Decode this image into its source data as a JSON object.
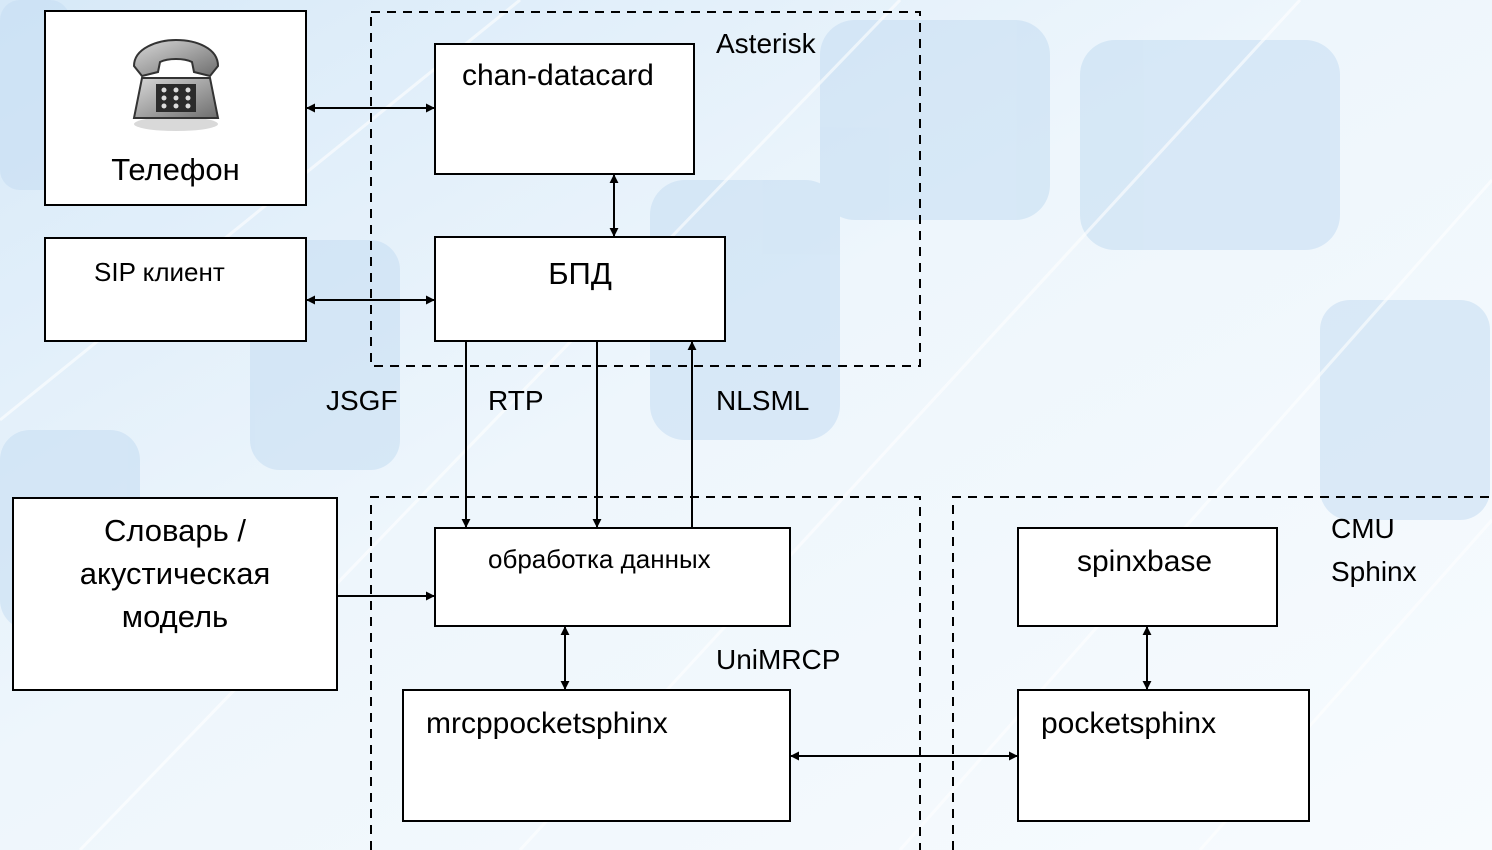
{
  "colors": {
    "background_light": "#f4f9fd",
    "background_blue": "#cfe4f6",
    "stroke": "#000000",
    "box_fill": "#ffffff"
  },
  "nodes": {
    "phone": {
      "label": "Телефон",
      "icon": "telephone-icon"
    },
    "sip_client": {
      "label": "SIP клиент"
    },
    "chan_datacard": {
      "label": "chan-datacard"
    },
    "bpd": {
      "label": "БПД"
    },
    "dictionary": {
      "line1": "Словарь /",
      "line2": "акустическая",
      "line3": "модель"
    },
    "data_processing": {
      "label": "обработка данных"
    },
    "mrcppocketsphinx": {
      "label": "mrcppocketsphinx"
    },
    "spinxbase": {
      "label": "spinxbase"
    },
    "pocketsphinx": {
      "label": "pocketsphinx"
    }
  },
  "regions": {
    "asterisk": {
      "label": "Asterisk"
    },
    "unimrcp": {
      "label": "UniMRCP"
    },
    "cmu_sphinx": {
      "line1": "CMU",
      "line2": "Sphinx"
    }
  },
  "edge_labels": {
    "jsgf": "JSGF",
    "rtp": "RTP",
    "nlsml": "NLSML"
  }
}
